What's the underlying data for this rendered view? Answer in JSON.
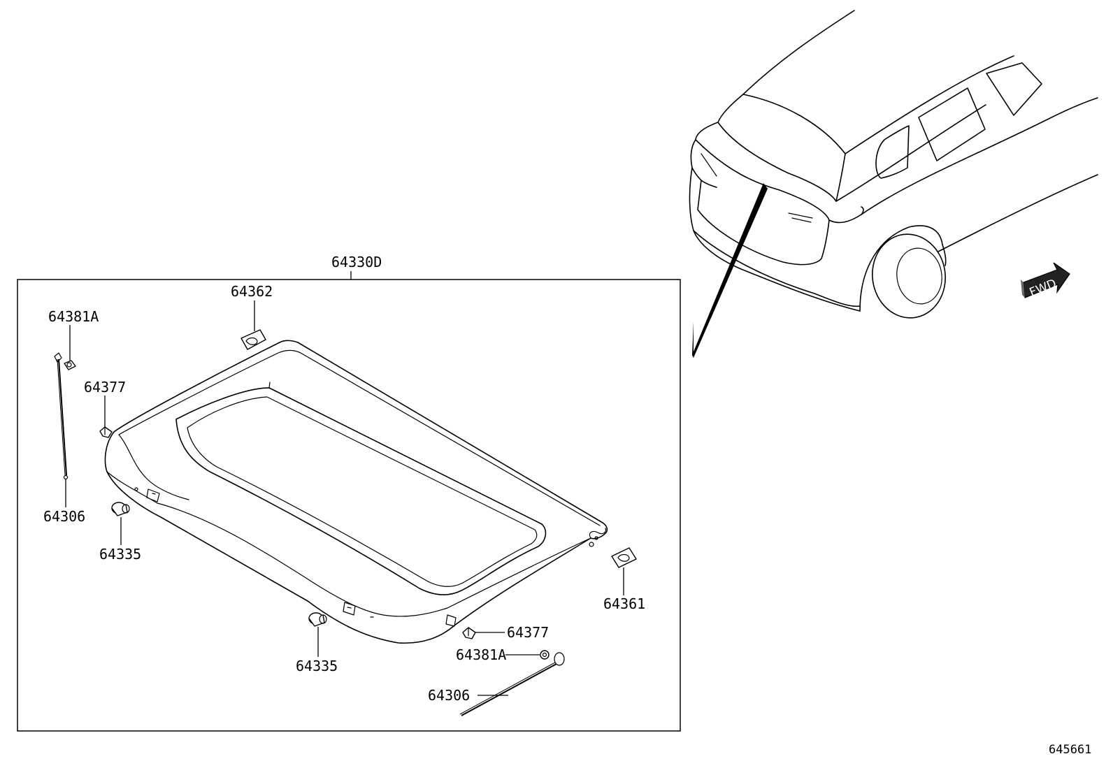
{
  "diagram": {
    "assembly_label": "64330D",
    "figure_id": "645661",
    "direction_badge": "FWD",
    "callouts": {
      "c64362": "64362",
      "c64381a_left": "64381A",
      "c64377_left": "64377",
      "c64306_left": "64306",
      "c64335_left": "64335",
      "c64335_center": "64335",
      "c64361": "64361",
      "c64377_right": "64377",
      "c64381a_right": "64381A",
      "c64306_right": "64306"
    }
  }
}
